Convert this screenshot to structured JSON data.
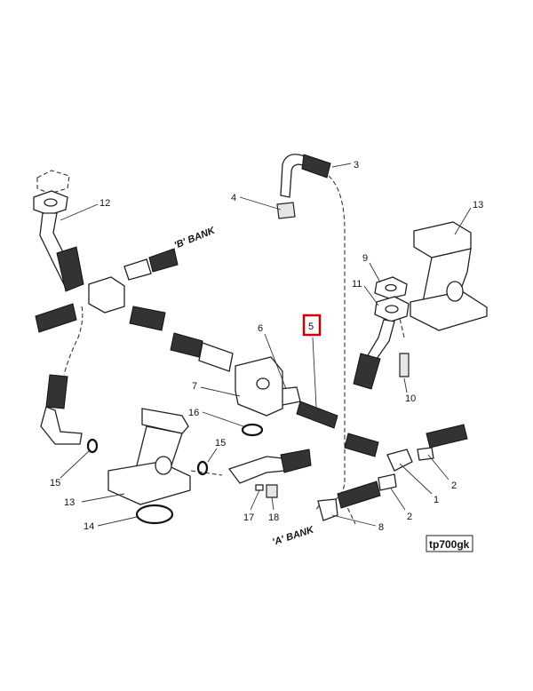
{
  "diagram": {
    "reference_code": "tp700gk",
    "bank_labels": {
      "b_bank": "'B' BANK",
      "a_bank": "'A' BANK"
    },
    "highlighted_callout": "5",
    "highlight_color": "#cc0000",
    "callouts": {
      "c1": "1",
      "c2a": "2",
      "c2b": "2",
      "c3": "3",
      "c4": "4",
      "c5": "5",
      "c6": "6",
      "c7": "7",
      "c8": "8",
      "c9": "9",
      "c10": "10",
      "c11": "11",
      "c12": "12",
      "c13a": "13",
      "c13b": "13",
      "c14": "14",
      "c15a": "15",
      "c15b": "15",
      "c16": "16",
      "c17": "17",
      "c18": "18"
    }
  }
}
